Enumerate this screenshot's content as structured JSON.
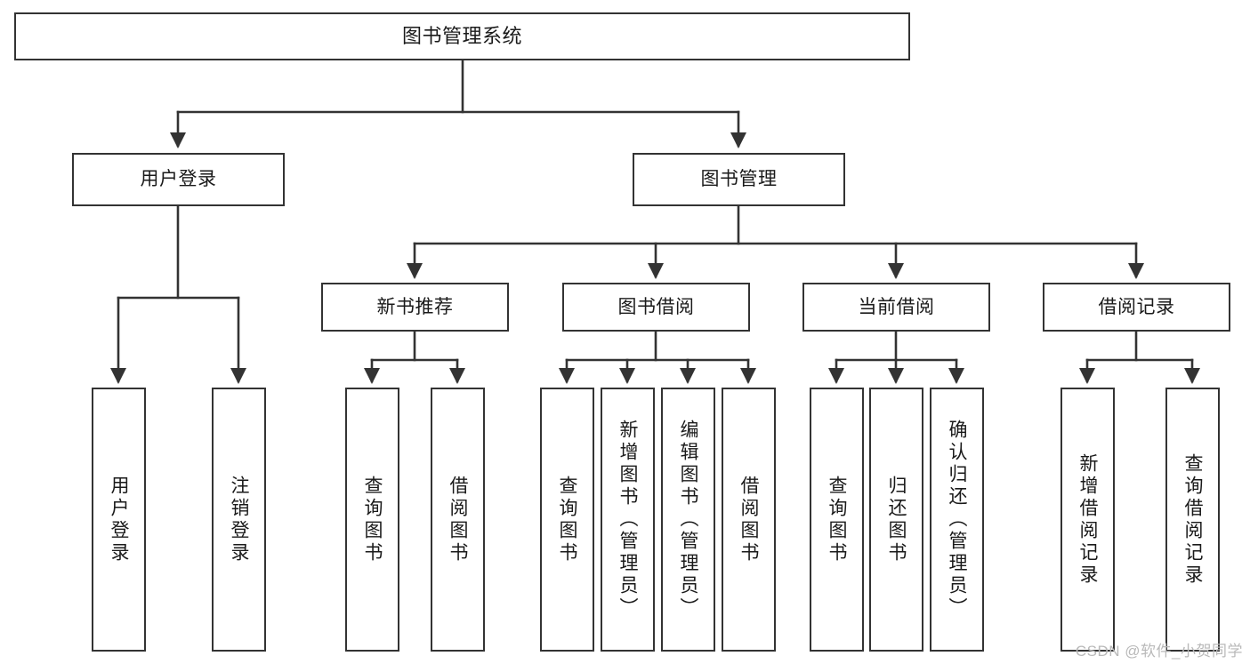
{
  "diagram": {
    "title": "图书管理系统",
    "type": "tree-hierarchy",
    "stroke_color": "#333333",
    "fill_color": "#ffffff",
    "text_color": "#1a1a1a",
    "root": {
      "label": "图书管理系统"
    },
    "level2": [
      {
        "label": "用户登录"
      },
      {
        "label": "图书管理"
      }
    ],
    "level3": [
      {
        "label": "新书推荐"
      },
      {
        "label": "图书借阅"
      },
      {
        "label": "当前借阅"
      },
      {
        "label": "借阅记录"
      }
    ],
    "leaves": {
      "user_login": [
        {
          "label": "用户登录"
        },
        {
          "label": "注销登录"
        }
      ],
      "new_book": [
        {
          "label": "查询图书"
        },
        {
          "label": "借阅图书"
        }
      ],
      "book_borrow": [
        {
          "label": "查询图书"
        },
        {
          "label": "新增图书（管理员）"
        },
        {
          "label": "编辑图书（管理员）"
        },
        {
          "label": "借阅图书"
        }
      ],
      "current_borrow": [
        {
          "label": "查询图书"
        },
        {
          "label": "归还图书"
        },
        {
          "label": "确认归还（管理员）"
        }
      ],
      "borrow_record": [
        {
          "label": "新增借阅记录"
        },
        {
          "label": "查询借阅记录"
        }
      ]
    }
  },
  "watermark": {
    "text": "CSDN @软件_小贺同学"
  }
}
